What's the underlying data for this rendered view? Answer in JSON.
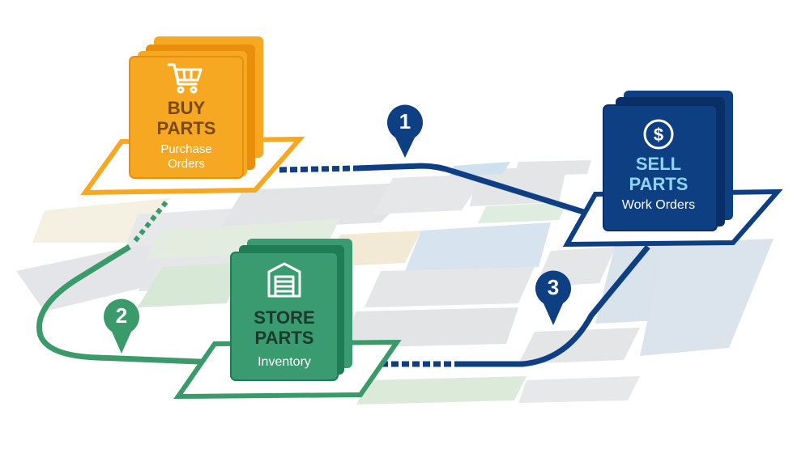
{
  "buy": {
    "title_line1": "BUY",
    "title_line2": "PARTS",
    "subtitle_line1": "Purchase",
    "subtitle_line2": "Orders",
    "icon": "shopping-cart-icon"
  },
  "store": {
    "title_line1": "STORE",
    "title_line2": "PARTS",
    "subtitle": "Inventory",
    "icon": "warehouse-icon"
  },
  "sell": {
    "title_line1": "SELL",
    "title_line2": "PARTS",
    "subtitle": "Work Orders",
    "icon": "dollar-icon"
  },
  "markers": {
    "one": "1",
    "two": "2",
    "three": "3"
  },
  "colors": {
    "buy_front": "#f7a823",
    "buy_back": "#e98f0c",
    "buy_title": "#7a4a12",
    "store_front": "#3a9a70",
    "store_back": "#1f7c54",
    "sell_front": "#0f3f83",
    "sell_back": "#0a2f66",
    "sell_title": "#8fd4f5",
    "path_green": "#3a9a6a",
    "path_blue": "#0f3f83"
  }
}
